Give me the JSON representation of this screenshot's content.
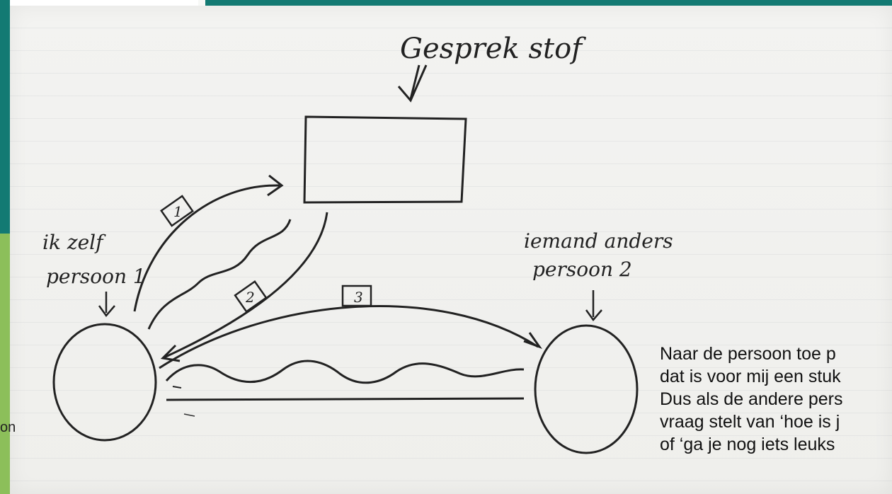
{
  "slide": {
    "colors": {
      "teal": "#137a73",
      "green": "#8cbf5a"
    }
  },
  "sketch": {
    "title": "Gesprek stof",
    "person1_line1": "ik zelf",
    "person1_line2": "persoon 1",
    "person2_line1": "iemand anders",
    "person2_line2": "persoon 2",
    "step1": "1",
    "step2": "2",
    "step3": "3"
  },
  "overlay": {
    "lines": [
      "Naar de persoon toe p",
      "dat is voor mij een stuk",
      "Dus als de andere pers",
      "vraag stelt van ‘hoe is j",
      "of ‘ga je nog iets leuks"
    ]
  },
  "left_fragment": "on"
}
